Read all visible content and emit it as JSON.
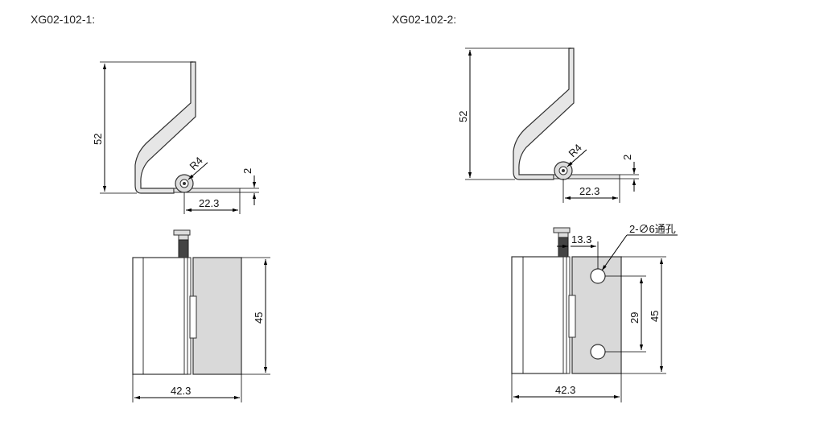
{
  "views": {
    "left": {
      "title": "XG02-102-1:",
      "dim_height": "52",
      "dim_radius": "R4",
      "dim_thickness": "2",
      "dim_offset": "22.3",
      "dim_plate_height": "45",
      "dim_width": "42.3"
    },
    "right": {
      "title": "XG02-102-2:",
      "dim_height": "52",
      "dim_radius": "R4",
      "dim_thickness": "2",
      "dim_offset": "22.3",
      "dim_hole_offset": "13.3",
      "hole_note": "2-∅6通孔",
      "dim_hole_spacing": "29",
      "dim_plate_height": "45",
      "dim_width": "42.3"
    }
  },
  "colors": {
    "line": "#000000",
    "plate_fill": "#d9d9d9",
    "profile_fill": "#e6e6e6"
  }
}
